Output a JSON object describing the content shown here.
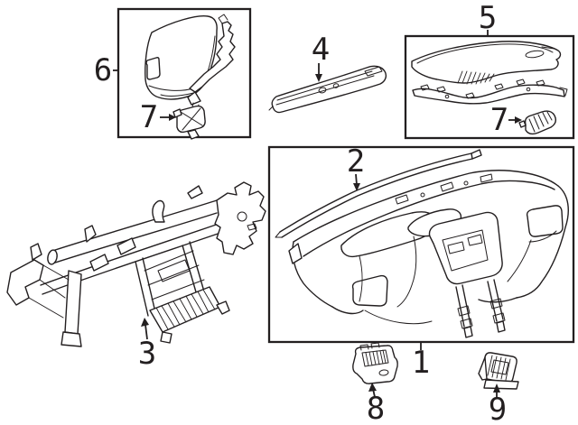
{
  "diagram": {
    "background_color": "#ffffff",
    "line_color": "#231f20",
    "callouts": {
      "c1": "1",
      "c2": "2",
      "c3": "3",
      "c4": "4",
      "c5": "5",
      "c6": "6",
      "c7": "7",
      "c8": "8",
      "c9": "9"
    }
  }
}
